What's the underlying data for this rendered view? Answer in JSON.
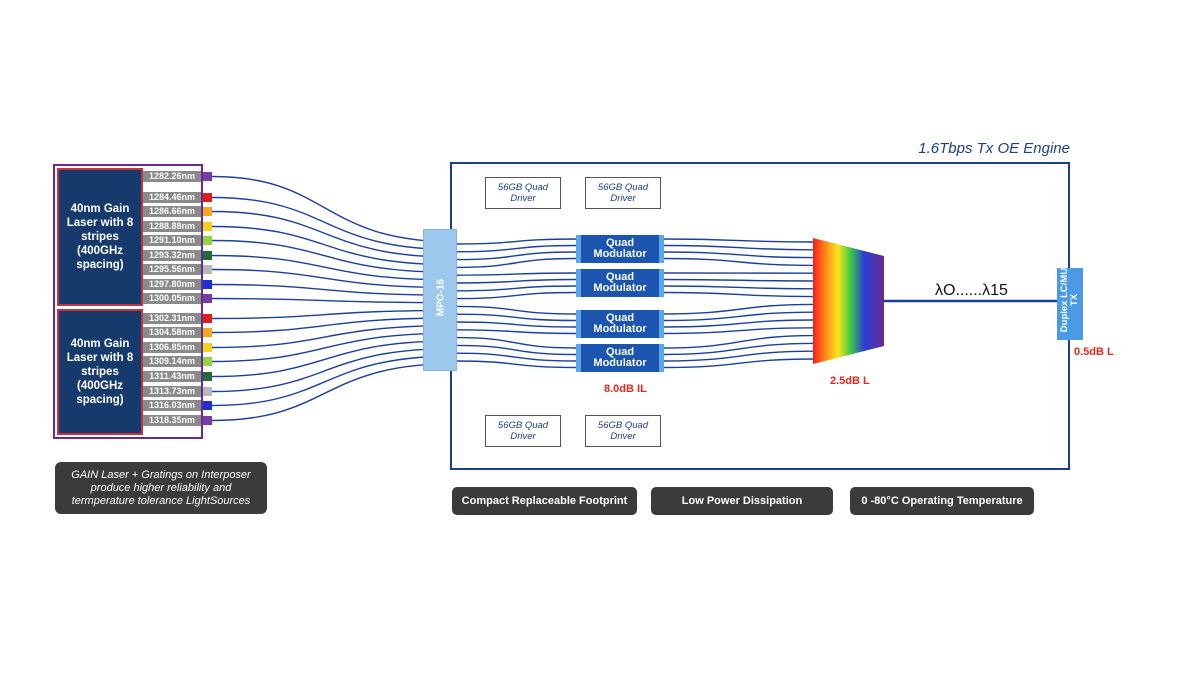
{
  "engine": {
    "title": "1.6Tbps Tx OE Engine"
  },
  "lasers": [
    {
      "label": "40nm Gain Laser with 8 stripes (400GHz spacing)"
    },
    {
      "label": "40nm Gain Laser with 8 stripes (400GHz spacing)"
    }
  ],
  "wavelengths": [
    {
      "label": "1282.26nm",
      "color": "#7a3aa8"
    },
    {
      "label": "1284.46nm",
      "color": "#e01b1b"
    },
    {
      "label": "1286.66nm",
      "color": "#f2a71e"
    },
    {
      "label": "1288.88nm",
      "color": "#f2d21e"
    },
    {
      "label": "1291.10nm",
      "color": "#8fd640"
    },
    {
      "label": "1293.32nm",
      "color": "#1f6b3a"
    },
    {
      "label": "1295.56nm",
      "color": "#b8b8b8"
    },
    {
      "label": "1297.80nm",
      "color": "#1f2fd6"
    },
    {
      "label": "1300.05nm",
      "color": "#7a3aa8"
    },
    {
      "label": "1302.31nm",
      "color": "#e01b1b"
    },
    {
      "label": "1304.58nm",
      "color": "#f2a71e"
    },
    {
      "label": "1306.85nm",
      "color": "#f2d21e"
    },
    {
      "label": "1309.14nm",
      "color": "#8fd640"
    },
    {
      "label": "1311.43nm",
      "color": "#1f6b3a"
    },
    {
      "label": "1313.73nm",
      "color": "#b8b8b8"
    },
    {
      "label": "1316.03nm",
      "color": "#1f2fd6"
    },
    {
      "label": "1318.35nm",
      "color": "#7a3aa8"
    }
  ],
  "mpo": {
    "label": "MPO-16"
  },
  "drivers": [
    {
      "label": "56GB Quad Driver"
    },
    {
      "label": "56GB Quad Driver"
    },
    {
      "label": "56GB Quad Driver"
    },
    {
      "label": "56GB Quad Driver"
    }
  ],
  "modulators": [
    {
      "label": "Quad Modulator"
    },
    {
      "label": "Quad Modulator"
    },
    {
      "label": "Quad Modulator"
    },
    {
      "label": "Quad Modulator"
    }
  ],
  "losses": {
    "modulator": "8.0dB IL",
    "mux": "2.5dB L",
    "duplex": "0.5dB L"
  },
  "output": {
    "label": "λO......λ15"
  },
  "duplex": {
    "label": "Duplex LC/MU TX"
  },
  "notes": {
    "gain_laser": "GAIN Laser + Gratings on Interposer produce higher reliability and termperature tolerance LightSources"
  },
  "features": [
    {
      "label": "Compact Replaceable Footprint"
    },
    {
      "label": "Low Power Dissipation"
    },
    {
      "label": "0 -80°C Operating Temperature"
    }
  ],
  "colors": {
    "fiber": "#1b3f9c",
    "engine_border": "#1b3f88",
    "loss_text": "#e0281e"
  }
}
